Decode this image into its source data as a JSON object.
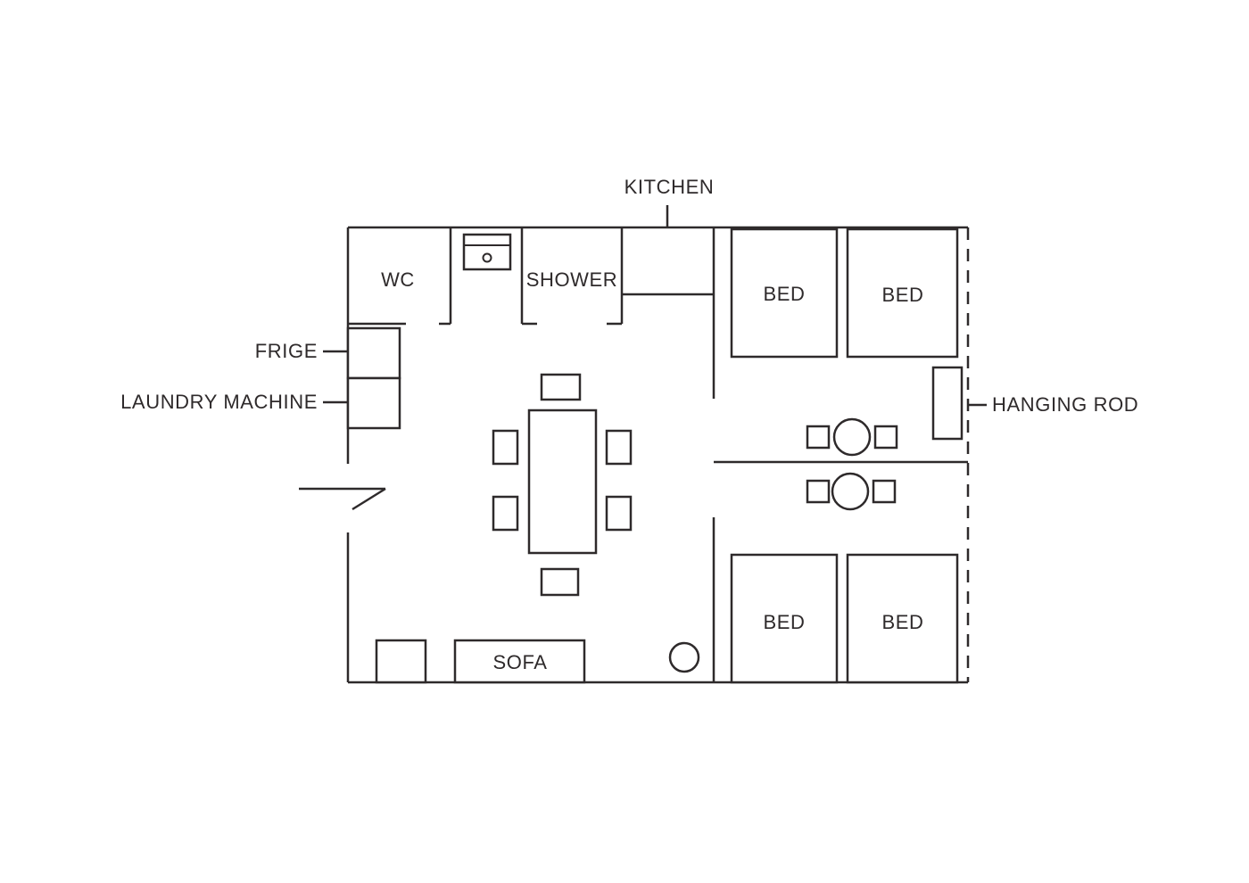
{
  "diagram": {
    "type": "apartment-floor-plan",
    "background_color": "#ffffff",
    "line_color": "#2e2a2b"
  },
  "labels": {
    "kitchen": "KITCHEN",
    "wc": "WC",
    "shower": "SHOWER",
    "frige": "FRIGE",
    "laundry_machine": "LAUNDRY MACHINE",
    "hanging_rod": "HANGING ROD",
    "sofa": "SOFA",
    "beds": [
      "BED",
      "BED",
      "BED",
      "BED"
    ]
  }
}
